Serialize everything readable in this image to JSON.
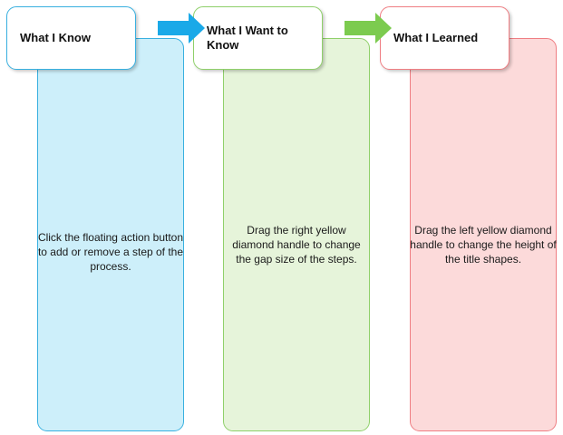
{
  "colors": {
    "step1_fill": "#cdeffa",
    "step1_border": "#38b0e0",
    "step2_fill": "#e6f4da",
    "step2_border": "#8fd06a",
    "step3_fill": "#fcdada",
    "step3_border": "#ef7e83",
    "arrow1": "#1aa9e8",
    "arrow2": "#7ccb4f"
  },
  "steps": [
    {
      "title": "What I Know",
      "text": "Click the floating action button to add or remove a step of the process."
    },
    {
      "title": "What I Want to Know",
      "text": "Drag the right yellow diamond handle to change the gap size of the steps."
    },
    {
      "title": "What I Learned",
      "text": "Drag the left yellow diamond handle to change the height of the title shapes."
    }
  ]
}
